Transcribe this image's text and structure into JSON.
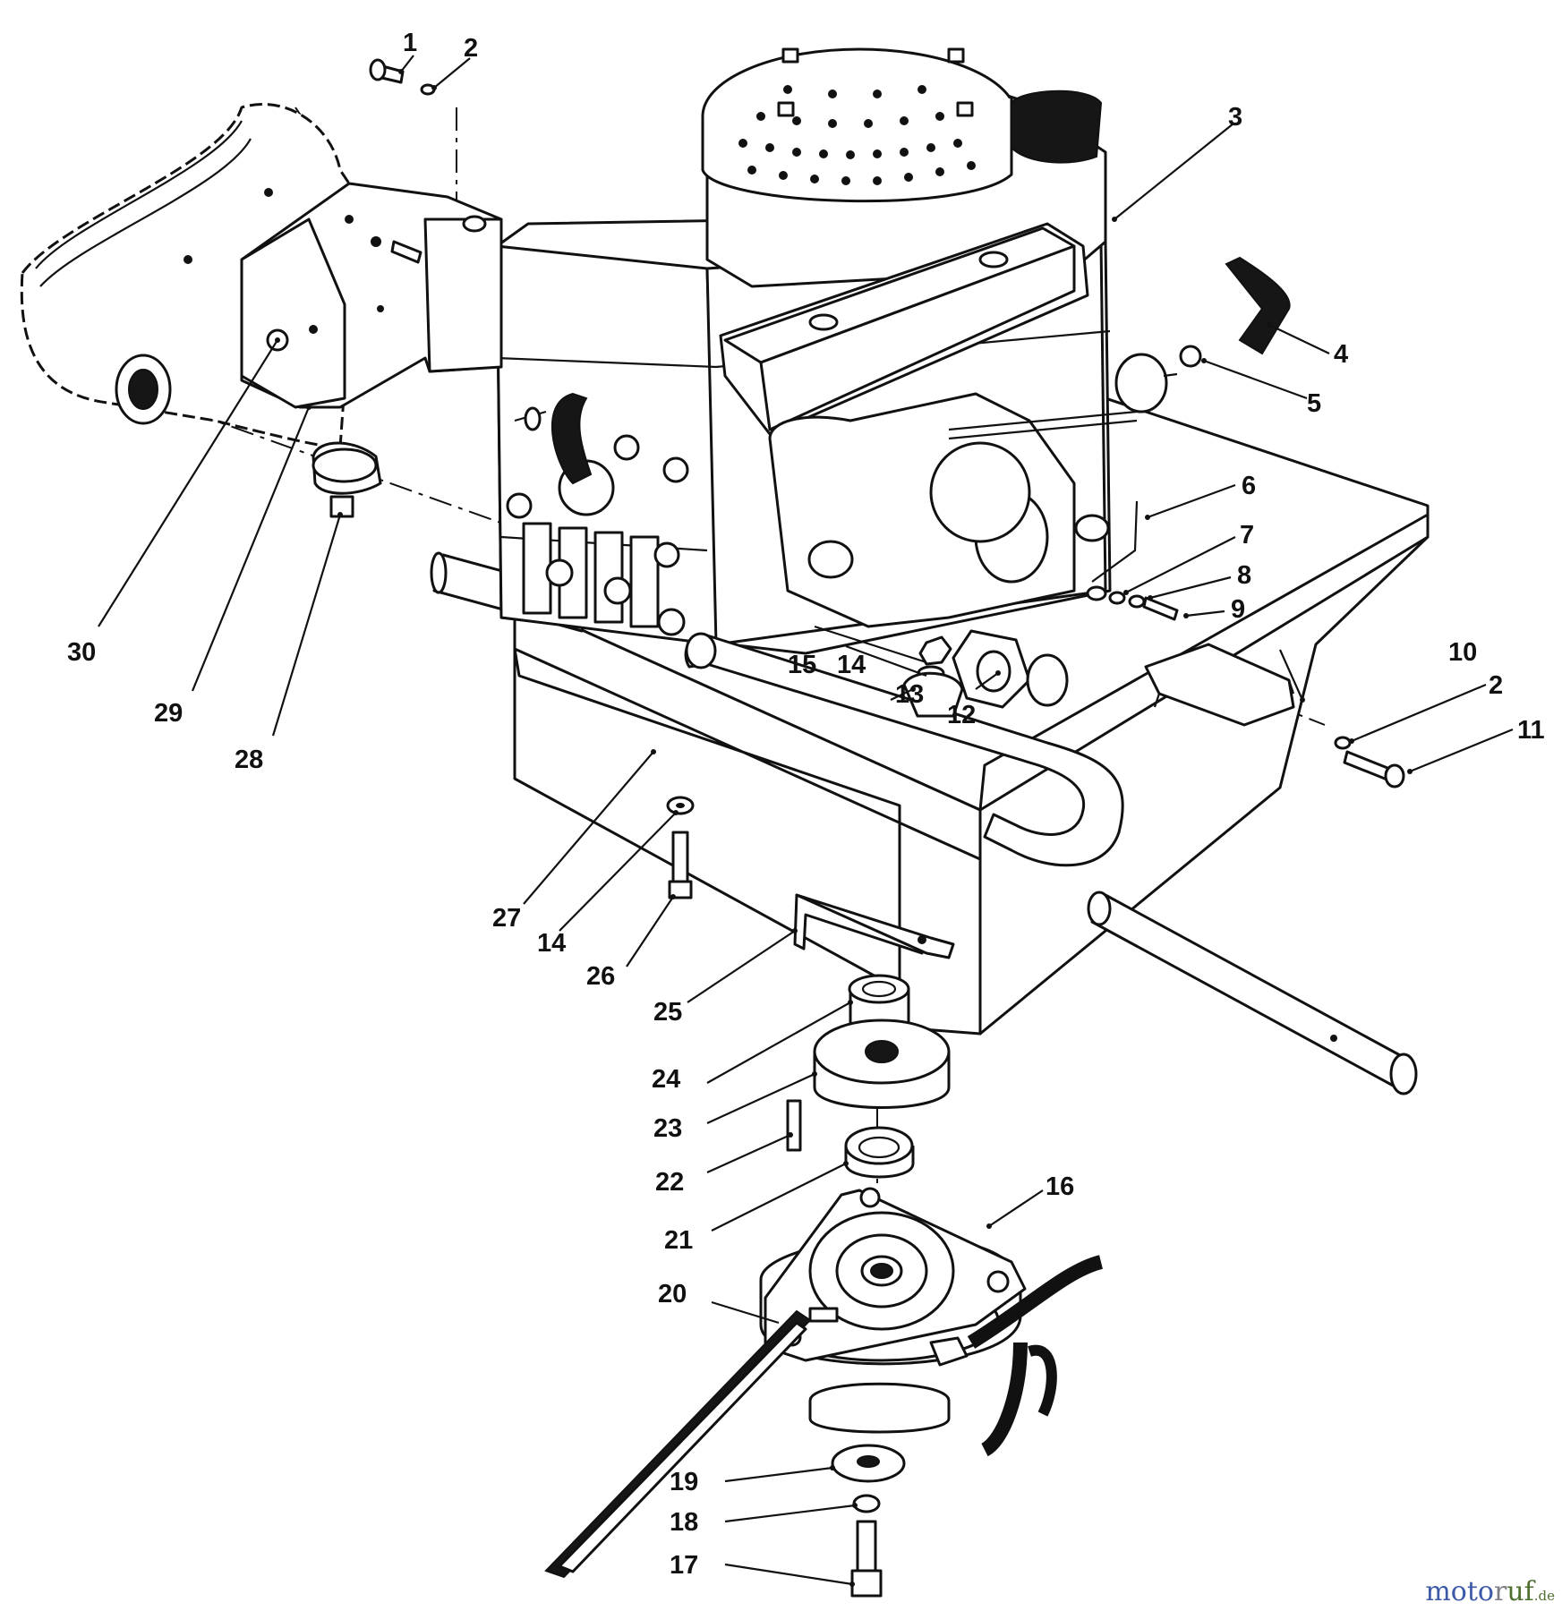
{
  "callouts": [
    {
      "id": "1",
      "label": "1"
    },
    {
      "id": "2a",
      "label": "2"
    },
    {
      "id": "3",
      "label": "3"
    },
    {
      "id": "4",
      "label": "4"
    },
    {
      "id": "5",
      "label": "5"
    },
    {
      "id": "6",
      "label": "6"
    },
    {
      "id": "7",
      "label": "7"
    },
    {
      "id": "8",
      "label": "8"
    },
    {
      "id": "9",
      "label": "9"
    },
    {
      "id": "10",
      "label": "10"
    },
    {
      "id": "2b",
      "label": "2"
    },
    {
      "id": "11",
      "label": "11"
    },
    {
      "id": "12",
      "label": "12"
    },
    {
      "id": "13",
      "label": "13"
    },
    {
      "id": "14a",
      "label": "14"
    },
    {
      "id": "15",
      "label": "15"
    },
    {
      "id": "16",
      "label": "16"
    },
    {
      "id": "17",
      "label": "17"
    },
    {
      "id": "18",
      "label": "18"
    },
    {
      "id": "19",
      "label": "19"
    },
    {
      "id": "20",
      "label": "20"
    },
    {
      "id": "21",
      "label": "21"
    },
    {
      "id": "22",
      "label": "22"
    },
    {
      "id": "23",
      "label": "23"
    },
    {
      "id": "24",
      "label": "24"
    },
    {
      "id": "25",
      "label": "25"
    },
    {
      "id": "26",
      "label": "26"
    },
    {
      "id": "14b",
      "label": "14"
    },
    {
      "id": "27",
      "label": "27"
    },
    {
      "id": "28",
      "label": "28"
    },
    {
      "id": "29",
      "label": "29"
    },
    {
      "id": "30",
      "label": "30"
    }
  ],
  "watermark": {
    "part1": "moto",
    "part2": "r",
    "part3": "uf",
    "suffix": ".de"
  }
}
